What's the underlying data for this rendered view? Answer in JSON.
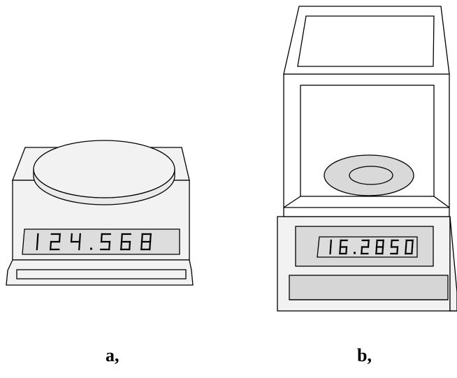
{
  "figure": {
    "labels": {
      "a": "a,",
      "b": "b,"
    },
    "scale_a": {
      "display_reading": "124.568"
    },
    "scale_b": {
      "display_reading": "16.2850"
    },
    "colors": {
      "body": "#f2f2f2",
      "panel": "#d9d9d9",
      "line": "#000000",
      "background": "#ffffff"
    }
  }
}
